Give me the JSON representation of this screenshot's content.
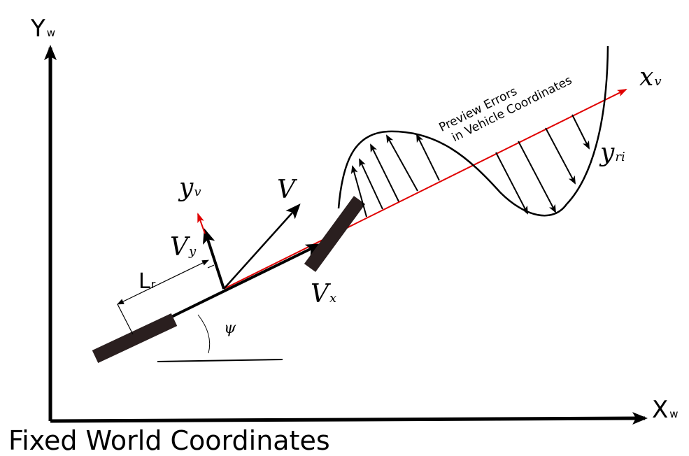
{
  "labels": {
    "world_y_main": "Y",
    "world_y_sub": "w",
    "world_x_main": "X",
    "world_x_sub": "w",
    "vehicle_x_main": "x",
    "vehicle_x_sub": "v",
    "vehicle_y_main": "y",
    "vehicle_y_sub": "v",
    "velocity": "V",
    "vy_main": "V",
    "vy_sub": "y",
    "vx_main": "V",
    "vx_sub": "x",
    "lr_main": "L",
    "lr_sub": "r",
    "yaw": "ψ",
    "yri_main": "y",
    "yri_sub": "ri",
    "preview_line1": "Preview Errors",
    "preview_line2": "in Vehicle Coordinates",
    "caption": "Fixed World Coordinates"
  },
  "colors": {
    "ink": "#000000",
    "vehicle_axis": "#e00000",
    "wheel": "#2a1f1f"
  }
}
